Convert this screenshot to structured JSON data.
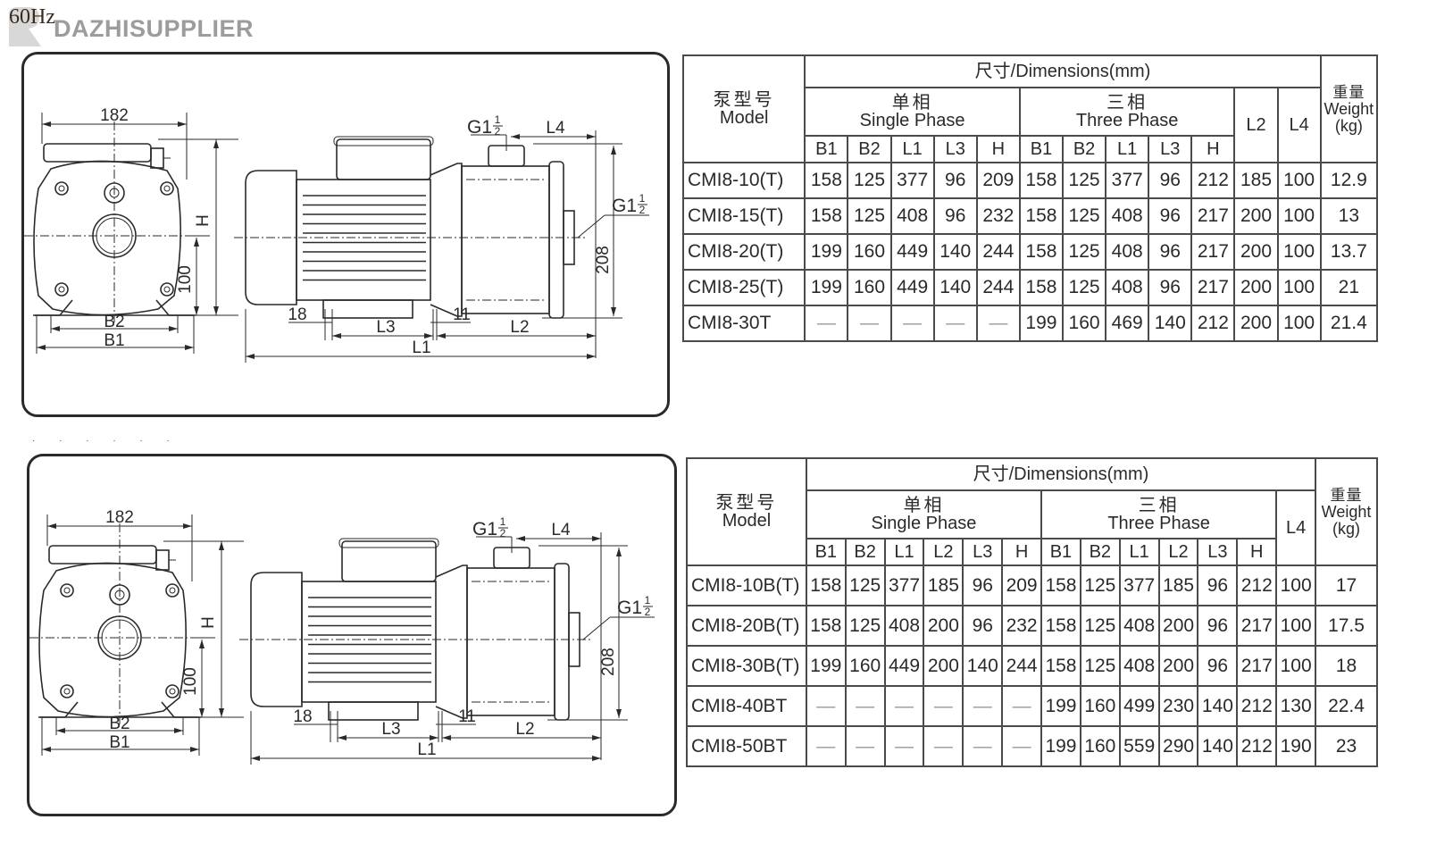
{
  "header": {
    "frequency": "60Hz",
    "watermark": "DAZHISUPPLIER"
  },
  "drawing_labels": {
    "width_182": "182",
    "height_H": "H",
    "height_100": "100",
    "base_B2": "B2",
    "base_B1": "B1",
    "inlet_thread": "G1½",
    "inlet_G": "G1",
    "frac_num": "1",
    "frac_den": "2",
    "length_L4": "L4",
    "length_L3": "L3",
    "length_L2": "L2",
    "length_L1": "L1",
    "height_208": "208",
    "offset_18": "18",
    "offset_11": "11"
  },
  "table1": {
    "model_cn": "泵型号",
    "model_en": "Model",
    "dimensions": "尺寸/Dimensions(mm)",
    "single_cn": "单相",
    "single_en": "Single Phase",
    "three_cn": "三相",
    "three_en": "Three Phase",
    "L2": "L2",
    "L4": "L4",
    "weight_cn": "重量",
    "weight_en": "Weight",
    "weight_unit": "(kg)",
    "single_cols": [
      "B1",
      "B2",
      "L1",
      "L3",
      "H"
    ],
    "three_cols": [
      "B1",
      "B2",
      "L1",
      "L3",
      "H"
    ],
    "rows": [
      {
        "model": "CMI8-10(T)",
        "single": [
          "158",
          "125",
          "377",
          "96",
          "209"
        ],
        "three": [
          "158",
          "125",
          "377",
          "96",
          "212"
        ],
        "L2": "185",
        "L4": "100",
        "weight": "12.9"
      },
      {
        "model": "CMI8-15(T)",
        "single": [
          "158",
          "125",
          "408",
          "96",
          "232"
        ],
        "three": [
          "158",
          "125",
          "408",
          "96",
          "217"
        ],
        "L2": "200",
        "L4": "100",
        "weight": "13"
      },
      {
        "model": "CMI8-20(T)",
        "single": [
          "199",
          "160",
          "449",
          "140",
          "244"
        ],
        "three": [
          "158",
          "125",
          "408",
          "96",
          "217"
        ],
        "L2": "200",
        "L4": "100",
        "weight": "13.7"
      },
      {
        "model": "CMI8-25(T)",
        "single": [
          "199",
          "160",
          "449",
          "140",
          "244"
        ],
        "three": [
          "158",
          "125",
          "408",
          "96",
          "217"
        ],
        "L2": "200",
        "L4": "100",
        "weight": "21"
      },
      {
        "model": "CMI8-30T",
        "single": [
          "—",
          "—",
          "—",
          "—",
          "—"
        ],
        "three": [
          "199",
          "160",
          "469",
          "140",
          "212"
        ],
        "L2": "200",
        "L4": "100",
        "weight": "21.4"
      }
    ]
  },
  "table2": {
    "model_cn": "泵型号",
    "model_en": "Model",
    "dimensions": "尺寸/Dimensions(mm)",
    "single_cn": "单相",
    "single_en": "Single Phase",
    "three_cn": "三相",
    "three_en": "Three Phase",
    "L4": "L4",
    "weight_cn": "重量",
    "weight_en": "Weight",
    "weight_unit": "(kg)",
    "single_cols": [
      "B1",
      "B2",
      "L1",
      "L2",
      "L3",
      "H"
    ],
    "three_cols": [
      "B1",
      "B2",
      "L1",
      "L2",
      "L3",
      "H"
    ],
    "rows": [
      {
        "model": "CMI8-10B(T)",
        "single": [
          "158",
          "125",
          "377",
          "185",
          "96",
          "209"
        ],
        "three": [
          "158",
          "125",
          "377",
          "185",
          "96",
          "212"
        ],
        "L4": "100",
        "weight": "17"
      },
      {
        "model": "CMI8-20B(T)",
        "single": [
          "158",
          "125",
          "408",
          "200",
          "96",
          "232"
        ],
        "three": [
          "158",
          "125",
          "408",
          "200",
          "96",
          "217"
        ],
        "L4": "100",
        "weight": "17.5"
      },
      {
        "model": "CMI8-30B(T)",
        "single": [
          "199",
          "160",
          "449",
          "200",
          "140",
          "244"
        ],
        "three": [
          "158",
          "125",
          "408",
          "200",
          "96",
          "217"
        ],
        "L4": "100",
        "weight": "18"
      },
      {
        "model": "CMI8-40BT",
        "single": [
          "—",
          "—",
          "—",
          "—",
          "—",
          "—"
        ],
        "three": [
          "199",
          "160",
          "499",
          "230",
          "140",
          "212"
        ],
        "L4": "130",
        "weight": "22.4"
      },
      {
        "model": "CMI8-50BT",
        "single": [
          "—",
          "—",
          "—",
          "—",
          "—",
          "—"
        ],
        "three": [
          "199",
          "160",
          "559",
          "290",
          "140",
          "212"
        ],
        "L4": "190",
        "weight": "23"
      }
    ]
  }
}
